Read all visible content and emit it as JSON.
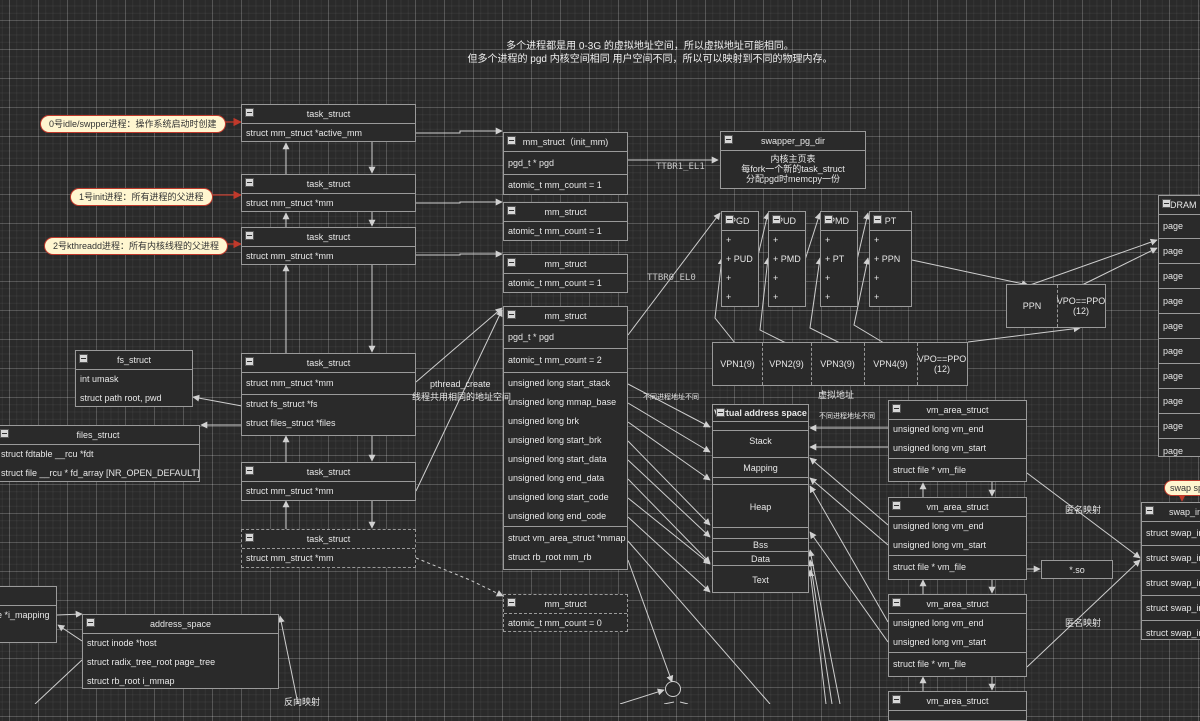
{
  "title": {
    "line1": "多个进程都是用 0-3G 的虚拟地址空间，所以虚拟地址可能相同。",
    "line2": "但多个进程的 pgd 内核空间相同 用户空间不同，所以可以映射到不同的物理内存。"
  },
  "notes": [
    {
      "text": "0号idle/swpper进程：操作系统启动时创建"
    },
    {
      "text": "1号init进程：所有进程的父进程"
    },
    {
      "text": "2号kthreadd进程：所有内核线程的父进程"
    },
    {
      "text": "swap sp"
    }
  ],
  "task_structs": [
    {
      "title": "task_struct",
      "rows": [
        "struct mm_struct *active_mm"
      ]
    },
    {
      "title": "task_struct",
      "rows": [
        "struct mm_struct *mm"
      ]
    },
    {
      "title": "task_struct",
      "rows": [
        "struct mm_struct *mm"
      ]
    },
    {
      "title": "task_struct",
      "rows": [
        "struct mm_struct *mm"
      ],
      "rows2": [
        "struct fs_struct *fs",
        "struct files_struct *files"
      ]
    },
    {
      "title": "task_struct",
      "rows": [
        "struct mm_struct *mm"
      ]
    },
    {
      "title": "task_struct",
      "rows": [
        "struct mm_struct *mm"
      ]
    }
  ],
  "mm_structs": [
    {
      "title": "mm_struct（init_mm)",
      "rows": [
        "pgd_t * pgd",
        "atomic_t mm_count = 1"
      ]
    },
    {
      "title": "mm_struct",
      "rows": [
        "atomic_t mm_count = 1"
      ]
    },
    {
      "title": "mm_struct",
      "rows": [
        "atomic_t mm_count =  1"
      ]
    },
    {
      "title": "mm_struct",
      "pgd": "pgd_t * pgd",
      "count": "atomic_t mm_count = 2",
      "fields": [
        "unsigned long start_stack",
        "unsigned long mmap_base",
        "unsigned long brk",
        "unsigned long start_brk",
        "unsigned long start_data",
        "unsigned long end_data",
        "unsigned long start_code",
        "unsigned long end_code"
      ],
      "tail": [
        "struct vm_area_struct *mmap",
        "struct rb_root mm_rb"
      ]
    },
    {
      "title": "mm_struct",
      "rows": [
        "atomic_t mm_count =  0"
      ]
    }
  ],
  "swapper": {
    "title": "swapper_pg_dir",
    "lines": [
      "内核主页表",
      "每fork一个新的task_struct",
      "分配pgd时memcpy一份"
    ]
  },
  "fs_struct": {
    "title": "fs_struct",
    "rows": [
      "int umask",
      "struct path root, pwd"
    ]
  },
  "files_struct": {
    "title": "files_struct",
    "rows": [
      "struct fdtable __rcu *fdt",
      "struct file __rcu * fd_array [NR_OPEN_DEFAULT]"
    ]
  },
  "inode": {
    "rows": [
      "e *i_mapping"
    ]
  },
  "address_space": {
    "title": "address_space",
    "rows": [
      "struct inode *host",
      "struct radix_tree_root page_tree",
      "struct rb_root i_mmap"
    ]
  },
  "page_tables": [
    {
      "title": "PGD",
      "rows": [
        "+",
        "+ PUD",
        "+",
        "+"
      ]
    },
    {
      "title": "PUD",
      "rows": [
        "+",
        "+ PMD",
        "+",
        "+"
      ]
    },
    {
      "title": "PMD",
      "rows": [
        "+",
        "+ PT",
        "+",
        "+"
      ]
    },
    {
      "title": "PT",
      "rows": [
        "+",
        "+ PPN",
        "+",
        "+"
      ]
    }
  ],
  "vaddr": {
    "cells": [
      "VPN1(9)",
      "VPN2(9)",
      "VPN3(9)",
      "VPN4(9)",
      "VPO==PPO\n(12)"
    ],
    "caption": "虚拟地址"
  },
  "paddr": {
    "cells": [
      "PPN",
      "VPO==PPO\n(12)"
    ]
  },
  "dram": {
    "title": "DRAM",
    "rows": [
      "page",
      "page",
      "page",
      "page",
      "page",
      "page",
      "page",
      "page",
      "page",
      "page"
    ]
  },
  "vas": {
    "title": "Virtual address space",
    "segments": [
      "Stack",
      "Mapping",
      "Heap",
      "Bss",
      "Data",
      "Text"
    ]
  },
  "vm_areas": [
    {
      "title": "vm_area_struct",
      "rows": [
        "unsigned long vm_end",
        "unsigned long vm_start"
      ],
      "file": "struct file * vm_file"
    },
    {
      "title": "vm_area_struct",
      "rows": [
        "unsigned long vm_end",
        "unsigned long vm_start"
      ],
      "file": "struct file * vm_file"
    },
    {
      "title": "vm_area_struct",
      "rows": [
        "unsigned long vm_end",
        "unsigned long vm_start"
      ],
      "file": "struct file * vm_file"
    },
    {
      "title": "vm_area_struct"
    }
  ],
  "so_box": {
    "label": "*.so"
  },
  "swap_info": {
    "title": "swap_in",
    "rows": [
      "struct swap_in",
      "struct swap_in",
      "struct swap_in",
      "struct swap_in",
      "struct swap_in"
    ]
  },
  "labels": {
    "ttbr1": "TTBR1_EL1",
    "ttbr0": "TTBR0_EL0",
    "pthread1": "pthread_create",
    "pthread2": "线程共用相同的地址空间",
    "diff1": "不同进程地址不同",
    "diff2": "不同进程地址不同",
    "anon1": "匿名映射",
    "anon2": "匿名映射",
    "reverse": "反向映射"
  }
}
